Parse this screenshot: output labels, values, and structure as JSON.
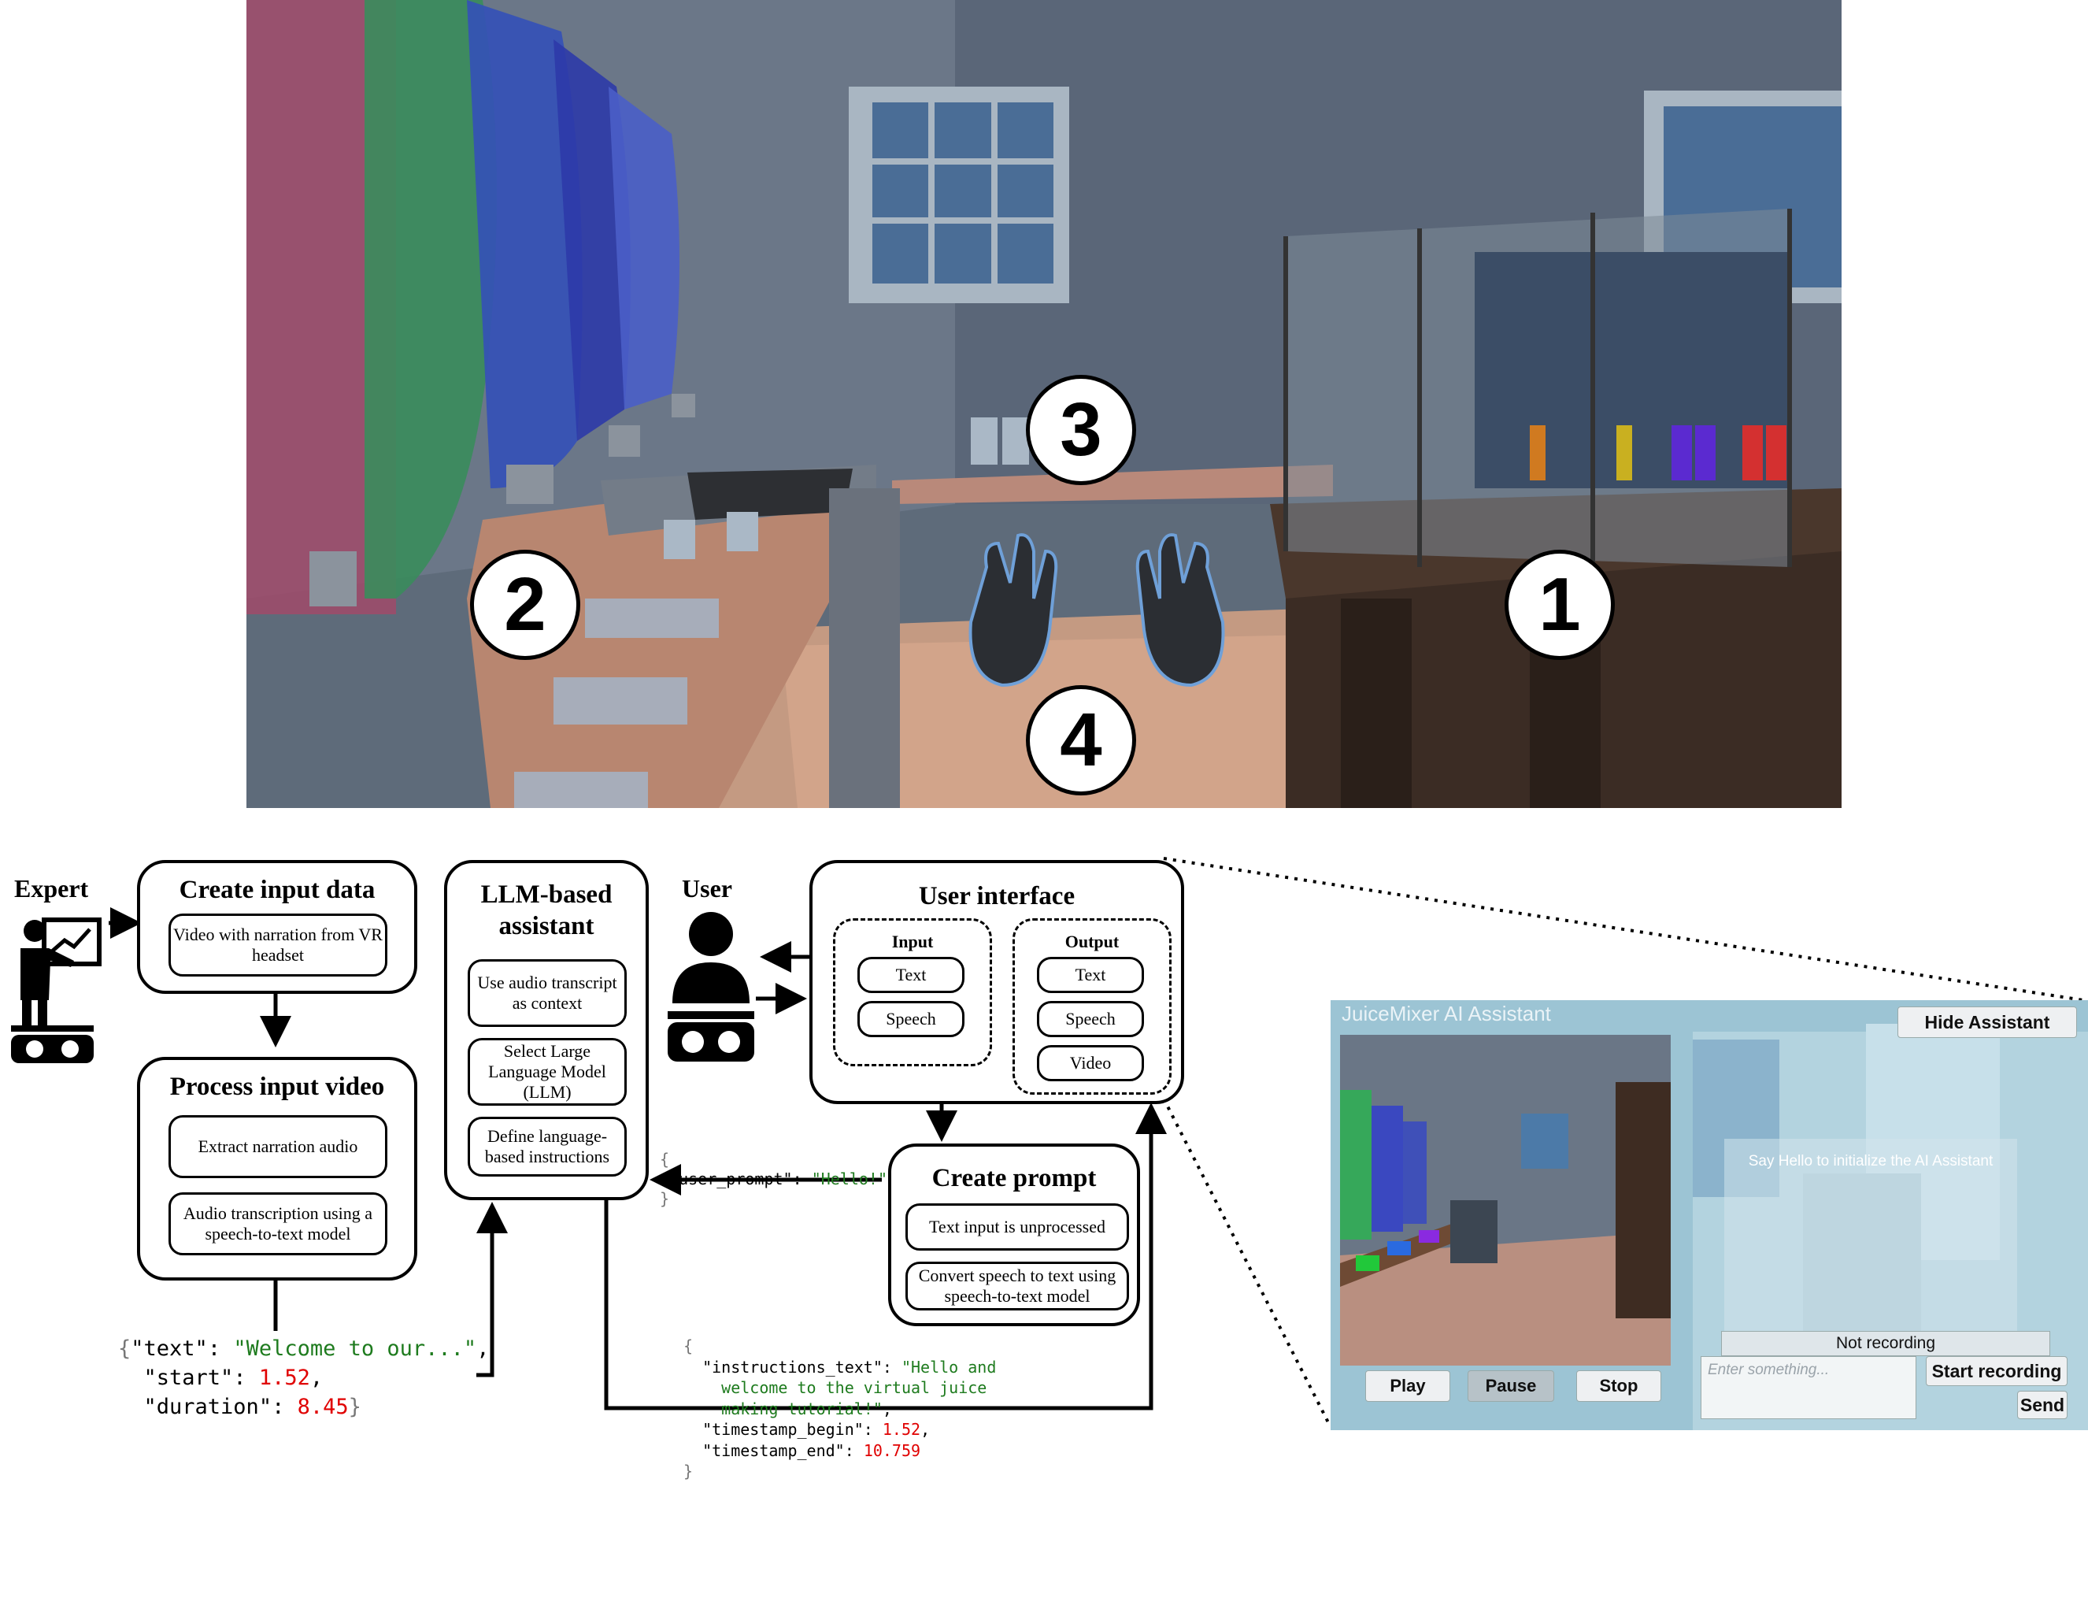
{
  "scene": {
    "badges": [
      "1",
      "2",
      "3",
      "4"
    ]
  },
  "diagram": {
    "expert_label": "Expert",
    "user_label": "User",
    "create_input": {
      "title": "Create input data",
      "item": "Video with narration from VR headset"
    },
    "process_video": {
      "title": "Process input video",
      "items": [
        "Extract narration audio",
        "Audio transcription using a speech-to-text model"
      ]
    },
    "llm": {
      "title": "LLM-based assistant",
      "items": [
        "Use audio transcript as context",
        "Select Large Language Model (LLM)",
        "Define language-based instructions"
      ]
    },
    "ui": {
      "title": "User interface",
      "input_title": "Input",
      "output_title": "Output",
      "inputs": [
        "Text",
        "Speech"
      ],
      "outputs": [
        "Text",
        "Speech",
        "Video"
      ]
    },
    "prompt": {
      "title": "Create prompt",
      "items": [
        "Text input is unprocessed",
        "Convert speech to text using speech-to-text model"
      ]
    }
  },
  "code": {
    "transcript": {
      "text_key": "\"text\"",
      "text_val": "\"Welcome to our...\"",
      "start_key": "\"start\"",
      "start_val": "1.52",
      "duration_key": "\"duration\"",
      "duration_val": "8.45"
    },
    "user_prompt": {
      "key": "\"user_prompt\"",
      "val": "\"Hello!\""
    },
    "instructions": {
      "text_key": "\"instructions_text\"",
      "text_val_1": "\"Hello and",
      "text_val_2": "welcome to the virtual juice",
      "text_val_3": "making tutorial!\"",
      "begin_key": "\"timestamp_begin\"",
      "begin_val": "1.52",
      "end_key": "\"timestamp_end\"",
      "end_val": "10.759"
    }
  },
  "assistant_ui": {
    "title": "JuiceMixer AI Assistant",
    "hide_button": "Hide Assistant",
    "hint": "Say Hello to initialize the AI Assistant",
    "status": "Not recording",
    "input_placeholder": "Enter something...",
    "play": "Play",
    "pause": "Pause",
    "stop": "Stop",
    "start_recording": "Start recording",
    "send": "Send"
  }
}
